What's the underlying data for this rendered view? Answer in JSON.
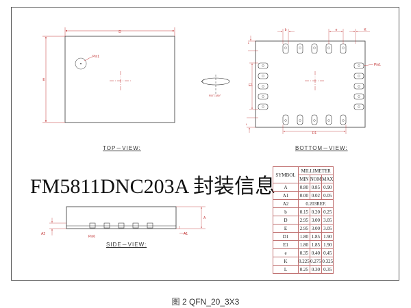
{
  "views": {
    "top_label": "TOP－VIEW:",
    "bottom_label": "BOTTOM－VIEW:",
    "side_label": "SIDE－VIEW:"
  },
  "dimension_letters": {
    "top_D": "D",
    "top_E": "E",
    "bottom_b": "b",
    "bottom_e": "e",
    "bottom_K": "K",
    "bottom_L": "L",
    "bottom_E1": "E1",
    "bottom_D1": "D1",
    "side_A": "A",
    "side_A1": "A1",
    "side_A2": "A2"
  },
  "pin_labels": {
    "top_pin1": "Pin1",
    "bottom_pin1": "Pin1",
    "side_pin6": "Pin6"
  },
  "rotation_note": "ROT.180°",
  "title": "FM5811DNC203A 封装信息",
  "caption": "图 2 QFN_20_3X3",
  "table": {
    "symbol_header": "SYMBOL",
    "unit_header": "MILLIMETER",
    "col_headers": [
      "MIN",
      "NOM",
      "MAX"
    ],
    "rows": [
      {
        "symbol": "A",
        "min": "0.80",
        "nom": "0.85",
        "max": "0.90"
      },
      {
        "symbol": "A1",
        "min": "0.00",
        "nom": "0.02",
        "max": "0.05"
      },
      {
        "symbol": "A2",
        "span": "0.203REF."
      },
      {
        "symbol": "b",
        "min": "0.15",
        "nom": "0.20",
        "max": "0.25"
      },
      {
        "symbol": "D",
        "min": "2.95",
        "nom": "3.00",
        "max": "3.05"
      },
      {
        "symbol": "E",
        "min": "2.95",
        "nom": "3.00",
        "max": "3.05"
      },
      {
        "symbol": "D1",
        "min": "1.80",
        "nom": "1.85",
        "max": "1.90"
      },
      {
        "symbol": "E1",
        "min": "1.80",
        "nom": "1.85",
        "max": "1.90"
      },
      {
        "symbol": "e",
        "min": "0.35",
        "nom": "0.40",
        "max": "0.45"
      },
      {
        "symbol": "K",
        "min": "0.225",
        "nom": "0.275",
        "max": "0.325"
      },
      {
        "symbol": "L",
        "min": "0.25",
        "nom": "0.30",
        "max": "0.35"
      }
    ]
  }
}
